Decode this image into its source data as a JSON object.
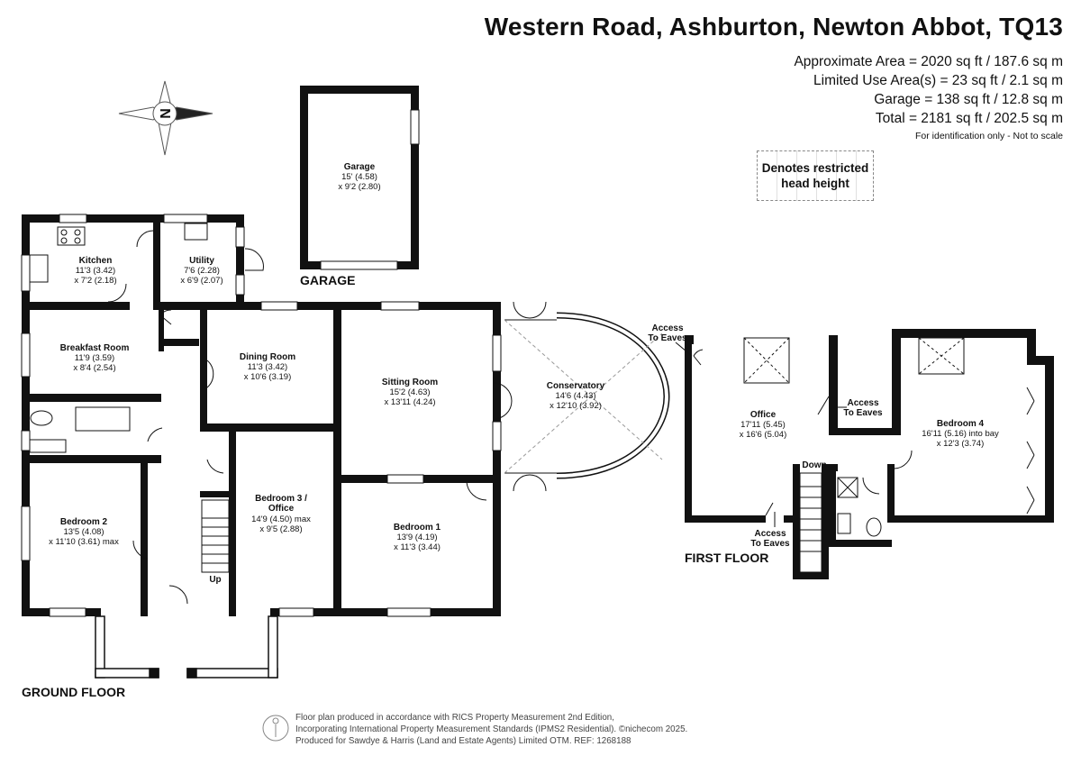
{
  "header": {
    "title": "Western Road, Ashburton, Newton Abbot, TQ13",
    "areas": [
      "Approximate Area = 2020 sq ft / 187.6 sq m",
      "Limited Use Area(s) = 23 sq ft / 2.1 sq m",
      "Garage = 138 sq ft / 12.8 sq m",
      "Total = 2181 sq ft / 202.5 sq m"
    ],
    "note": "For identification only - Not to scale"
  },
  "legend": {
    "line1": "Denotes restricted",
    "line2": "head height"
  },
  "compass": {
    "letter": "N"
  },
  "floors": {
    "garage": "GARAGE",
    "ground": "GROUND FLOOR",
    "first": "FIRST FLOOR"
  },
  "rooms": {
    "garage": {
      "name": "Garage",
      "dim1": "15' (4.58)",
      "dim2": "x 9'2 (2.80)"
    },
    "kitchen": {
      "name": "Kitchen",
      "dim1": "11'3 (3.42)",
      "dim2": "x 7'2 (2.18)"
    },
    "utility": {
      "name": "Utility",
      "dim1": "7'6 (2.28)",
      "dim2": "x 6'9 (2.07)"
    },
    "breakfast": {
      "name": "Breakfast Room",
      "dim1": "11'9 (3.59)",
      "dim2": "x 8'4 (2.54)"
    },
    "dining": {
      "name": "Dining Room",
      "dim1": "11'3 (3.42)",
      "dim2": "x 10'6 (3.19)"
    },
    "sitting": {
      "name": "Sitting Room",
      "dim1": "15'2 (4.63)",
      "dim2": "x 13'11 (4.24)"
    },
    "conservatory": {
      "name": "Conservatory",
      "dim1": "14'6 (4.43)",
      "dim2": "x 12'10 (3.92)"
    },
    "bedroom2": {
      "name": "Bedroom 2",
      "dim1": "13'5 (4.08)",
      "dim2": "x 11'10 (3.61) max"
    },
    "bedroom3": {
      "name": "Bedroom 3 /",
      "name2": "Office",
      "dim1": "14'9 (4.50) max",
      "dim2": "x 9'5 (2.88)"
    },
    "bedroom1": {
      "name": "Bedroom 1",
      "dim1": "13'9 (4.19)",
      "dim2": "x 11'3 (3.44)"
    },
    "office": {
      "name": "Office",
      "dim1": "17'11 (5.45)",
      "dim2": "x 16'6 (5.04)"
    },
    "bedroom4": {
      "name": "Bedroom 4",
      "dim1": "16'11 (5.16) into bay",
      "dim2": "x 12'3 (3.74)"
    }
  },
  "annotations": {
    "up": "Up",
    "down": "Down",
    "access": "Access",
    "to_eaves": "To Eaves"
  },
  "footer": {
    "line1": "Floor plan produced in accordance with RICS Property Measurement 2nd Edition,",
    "line2": "Incorporating International Property Measurement Standards (IPMS2 Residential).  ©nichecom 2025.",
    "line3": "Produced for Sawdye & Harris (Land and Estate Agents) Limited OTM.   REF:  1268188"
  },
  "colors": {
    "wall": "#111111",
    "logo": "#e33a2d"
  }
}
